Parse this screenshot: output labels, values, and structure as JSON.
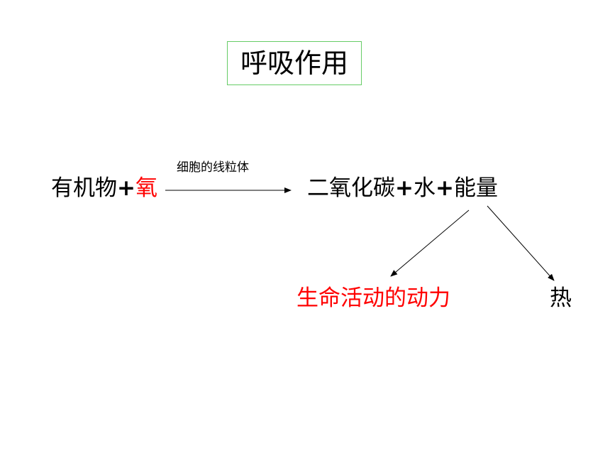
{
  "title": "呼吸作用",
  "equation": {
    "reactant_1": "有机物",
    "plus": "+",
    "reactant_2": "氧",
    "condition": "细胞的线粒体",
    "product_1": "二氧化碳",
    "product_2": "水",
    "product_3": "能量"
  },
  "energy_uses": {
    "use_1": "生命活动的动力",
    "use_2": "热"
  },
  "colors": {
    "highlight": "#ff0000",
    "text": "#000000",
    "title_border": "#66cc66"
  }
}
